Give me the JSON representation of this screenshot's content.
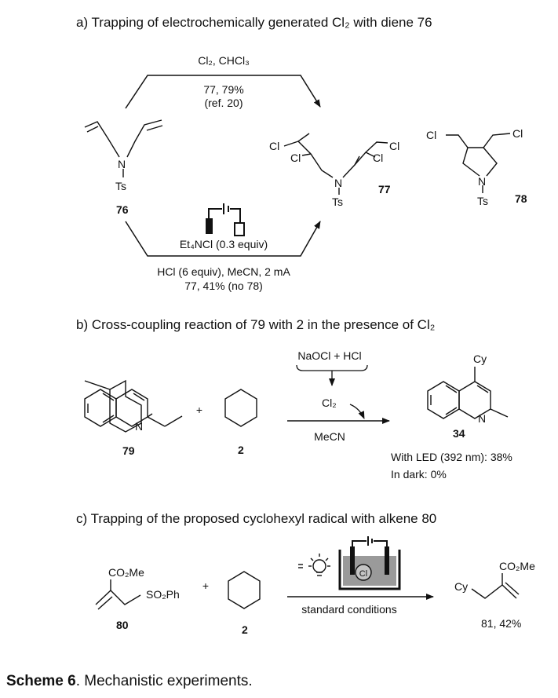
{
  "sections": {
    "a": {
      "title": "a) Trapping of electrochemically generated Cl₂ with diene 76",
      "top_reagents": "Cl₂, CHCl₃",
      "top_yield": "77, 79%",
      "top_ref": "(ref. 20)",
      "cmpd_76": "76",
      "cmpd_77": "77",
      "cmpd_78": "78",
      "bottom_reagent": "Et₄NCl (0.3 equiv)",
      "bottom_conditions": "HCl (6 equiv), MeCN, 2 mA",
      "bottom_yield": "77, 41% (no 78)"
    },
    "b": {
      "title": "b) Cross-coupling reaction of 79 with 2 in the presence of Cl₂",
      "reagent_top": "NaOCl + HCl",
      "reagent_cl2": "Cl₂",
      "solvent": "MeCN",
      "cmpd_79": "79",
      "cmpd_2": "2",
      "cmpd_34": "34",
      "plus": "+",
      "cy_label": "Cy",
      "led_result": "With LED (392 nm): 38%",
      "dark_result": "In dark: 0%"
    },
    "c": {
      "title": "c) Trapping of the proposed cyclohexyl radical with alkene 80",
      "conditions": "standard conditions",
      "cmpd_80": "80",
      "cmpd_2": "2",
      "product_yield": "81, 42%",
      "plus": "+",
      "co2me_label": "CO₂Me",
      "so2ph_label": "SO₂Ph",
      "cy_label": "Cy",
      "cl_in_circle": "Cl"
    }
  },
  "atoms": {
    "chlorine": "Cl",
    "nitrogen": "N",
    "tosyl": "Ts"
  },
  "caption": {
    "label": "Scheme 6",
    "text": ". Mechanistic experiments."
  }
}
